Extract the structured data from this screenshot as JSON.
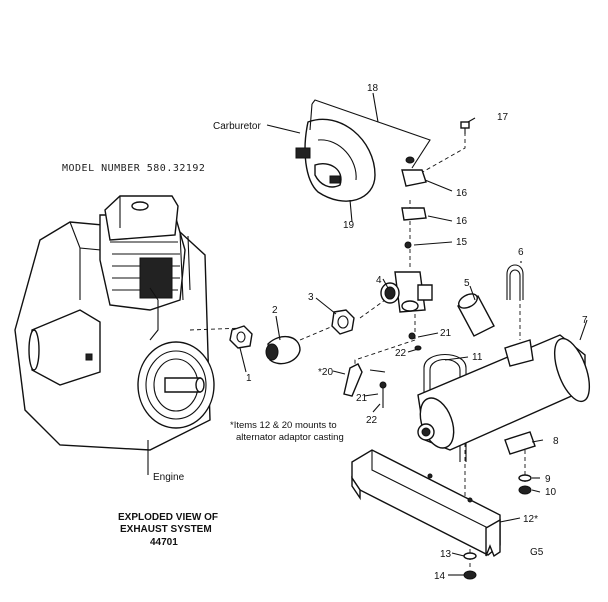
{
  "model_number": "MODEL NUMBER 580.32192",
  "title_lines": [
    "EXPLODED VIEW OF",
    "EXHAUST SYSTEM",
    "44701"
  ],
  "note_lines": [
    "*Items 12 & 20 mounts to",
    "alternator adaptor casting"
  ],
  "part_labels": {
    "carburetor": "Carburetor",
    "engine": "Engine"
  },
  "callouts": {
    "c1": "1",
    "c2": "2",
    "c3": "3",
    "c4": "4",
    "c5": "5",
    "c6": "6",
    "c7": "7",
    "c8": "8",
    "c9": "9",
    "c10": "10",
    "c11": "11",
    "c12": "12*",
    "c13": "13",
    "c14": "14",
    "c15": "15",
    "c16a": "16",
    "c16b": "16",
    "c17": "17",
    "c18": "18",
    "c19": "19",
    "c20": "*20",
    "c21a": "21",
    "c21b": "21",
    "c22a": "22",
    "c22b": "22"
  },
  "corner_code": "G5"
}
